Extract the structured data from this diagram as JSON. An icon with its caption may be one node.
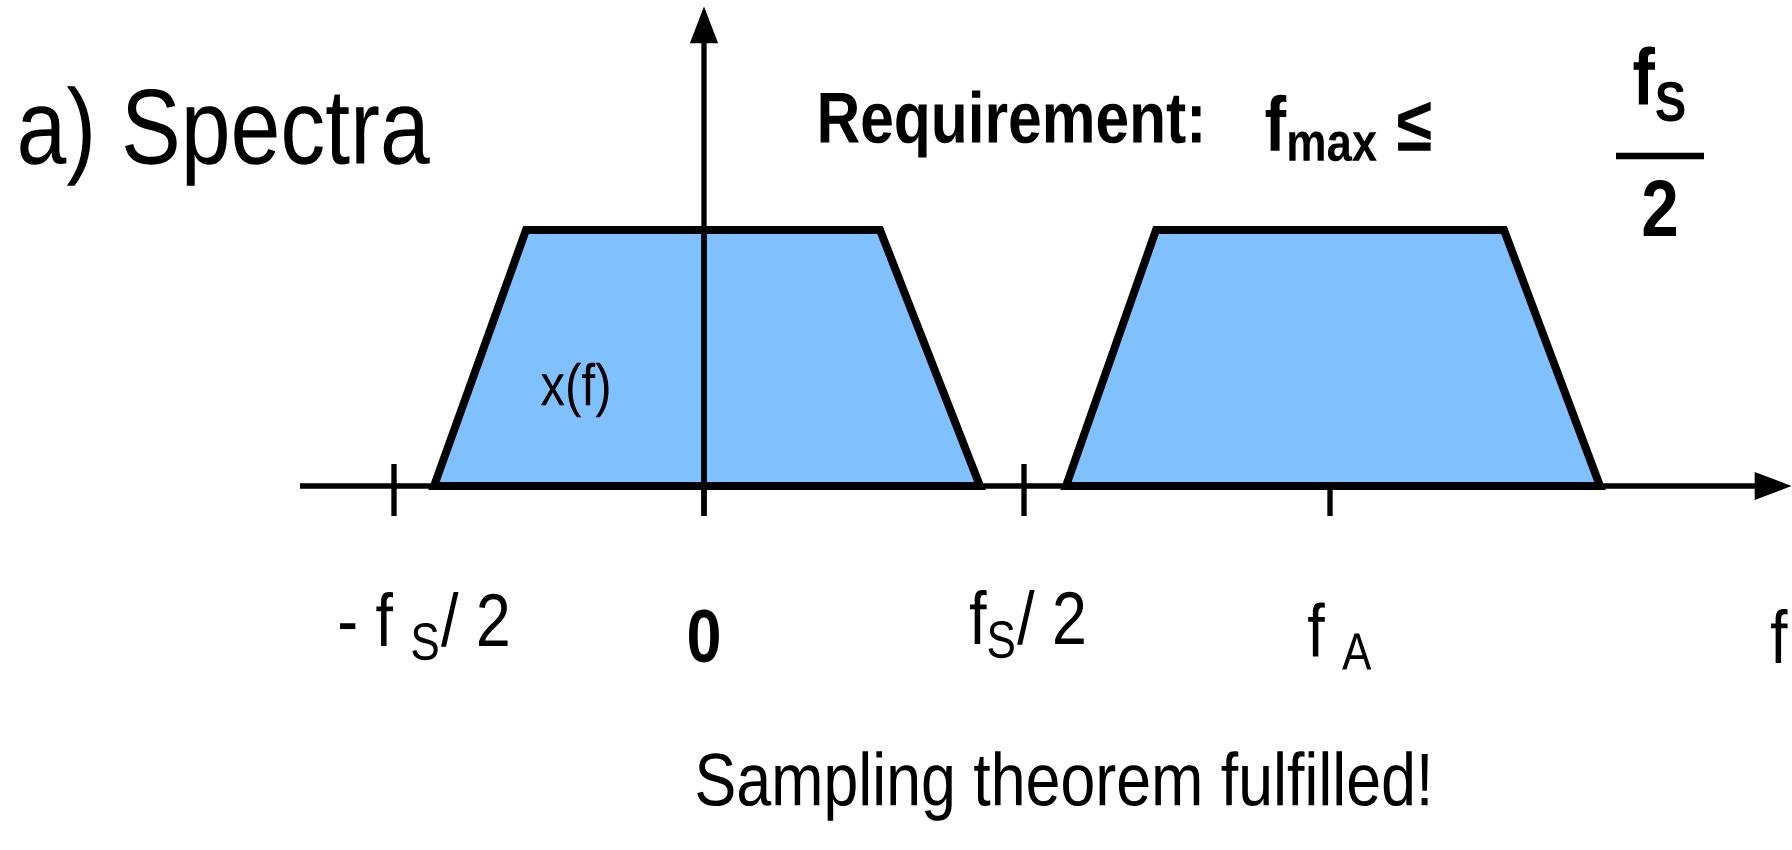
{
  "diagram": {
    "title": "a) Spectra",
    "caption": "Sampling theorem fulfilled!",
    "nodes": [
      {
        "text": [
          "x(f)"
        ]
      },
      {
        "text": [],
        "shape": "trapezoid"
      }
    ],
    "edges": [],
    "labels": [
      "Requirement:",
      "f$_{max}$ ≤",
      "f$_{S}$",
      "2",
      "- f $_{S}$/ 2",
      "0",
      "f$_{S}$/ 2",
      "f $_{A}$",
      "f"
    ]
  }
}
